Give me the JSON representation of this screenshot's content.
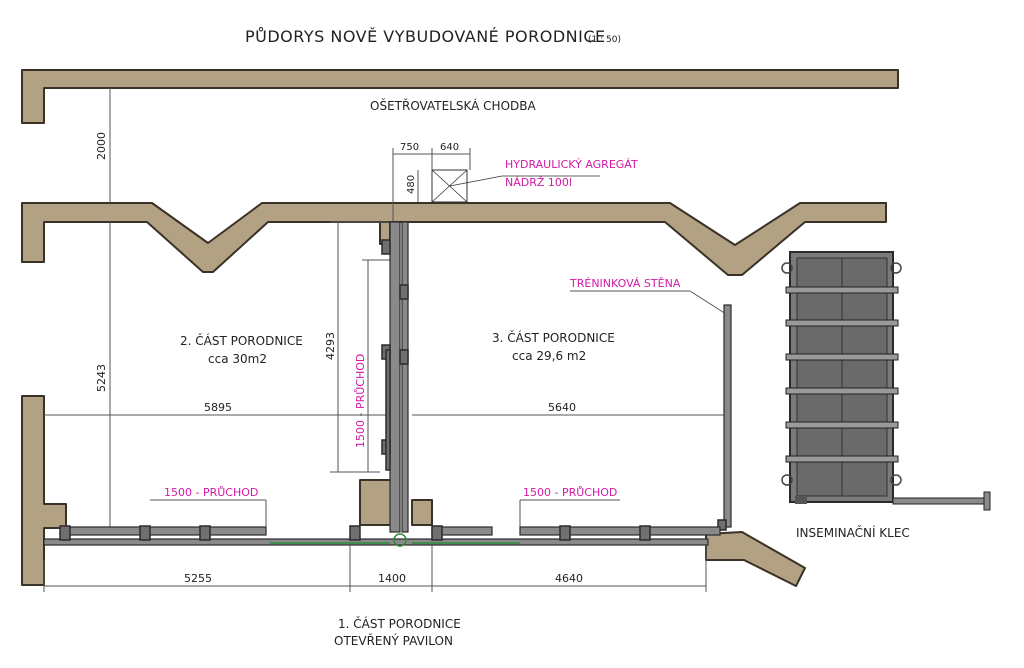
{
  "title": "PŮDORYS NOVĚ VYBUDOVANÉ PORODNICE",
  "scale": "(1 : 50)",
  "rooms": {
    "corridor": "OŠETŘOVATELSKÁ CHODBA",
    "part2_name": "2. ČÁST PORODNICE",
    "part2_area": "cca 30m2",
    "part3_name": "3. ČÁST PORODNICE",
    "part3_area": "cca 29,6 m2",
    "part1_name": "1. ČÁST PORODNICE",
    "part1_sub": "OTEVŘENÝ PAVILON",
    "cage": "INSEMINAČNÍ KLEC"
  },
  "callouts": {
    "hydraulic_line1": "HYDRAULICKÝ AGREGÁT",
    "hydraulic_line2": "NÁDRŽ 100l",
    "training_wall": "TRÉNINKOVÁ STĚNA",
    "passage_left": "1500 - PRŮCHOD",
    "passage_right": "1500 - PRŮCHOD",
    "passage_vertical": "1500 - PRŮCHOD"
  },
  "dimensions": {
    "d2000": "2000",
    "d5243": "5243",
    "d4293": "4293",
    "d5895": "5895",
    "d5640": "5640",
    "d5255": "5255",
    "d1400": "1400",
    "d4640": "4640",
    "d750": "750",
    "d640": "640",
    "d480": "480"
  },
  "colors": {
    "wall_fill": "#b3a184",
    "annotation": "#d21aa6",
    "steel": "#6f6f6f"
  }
}
